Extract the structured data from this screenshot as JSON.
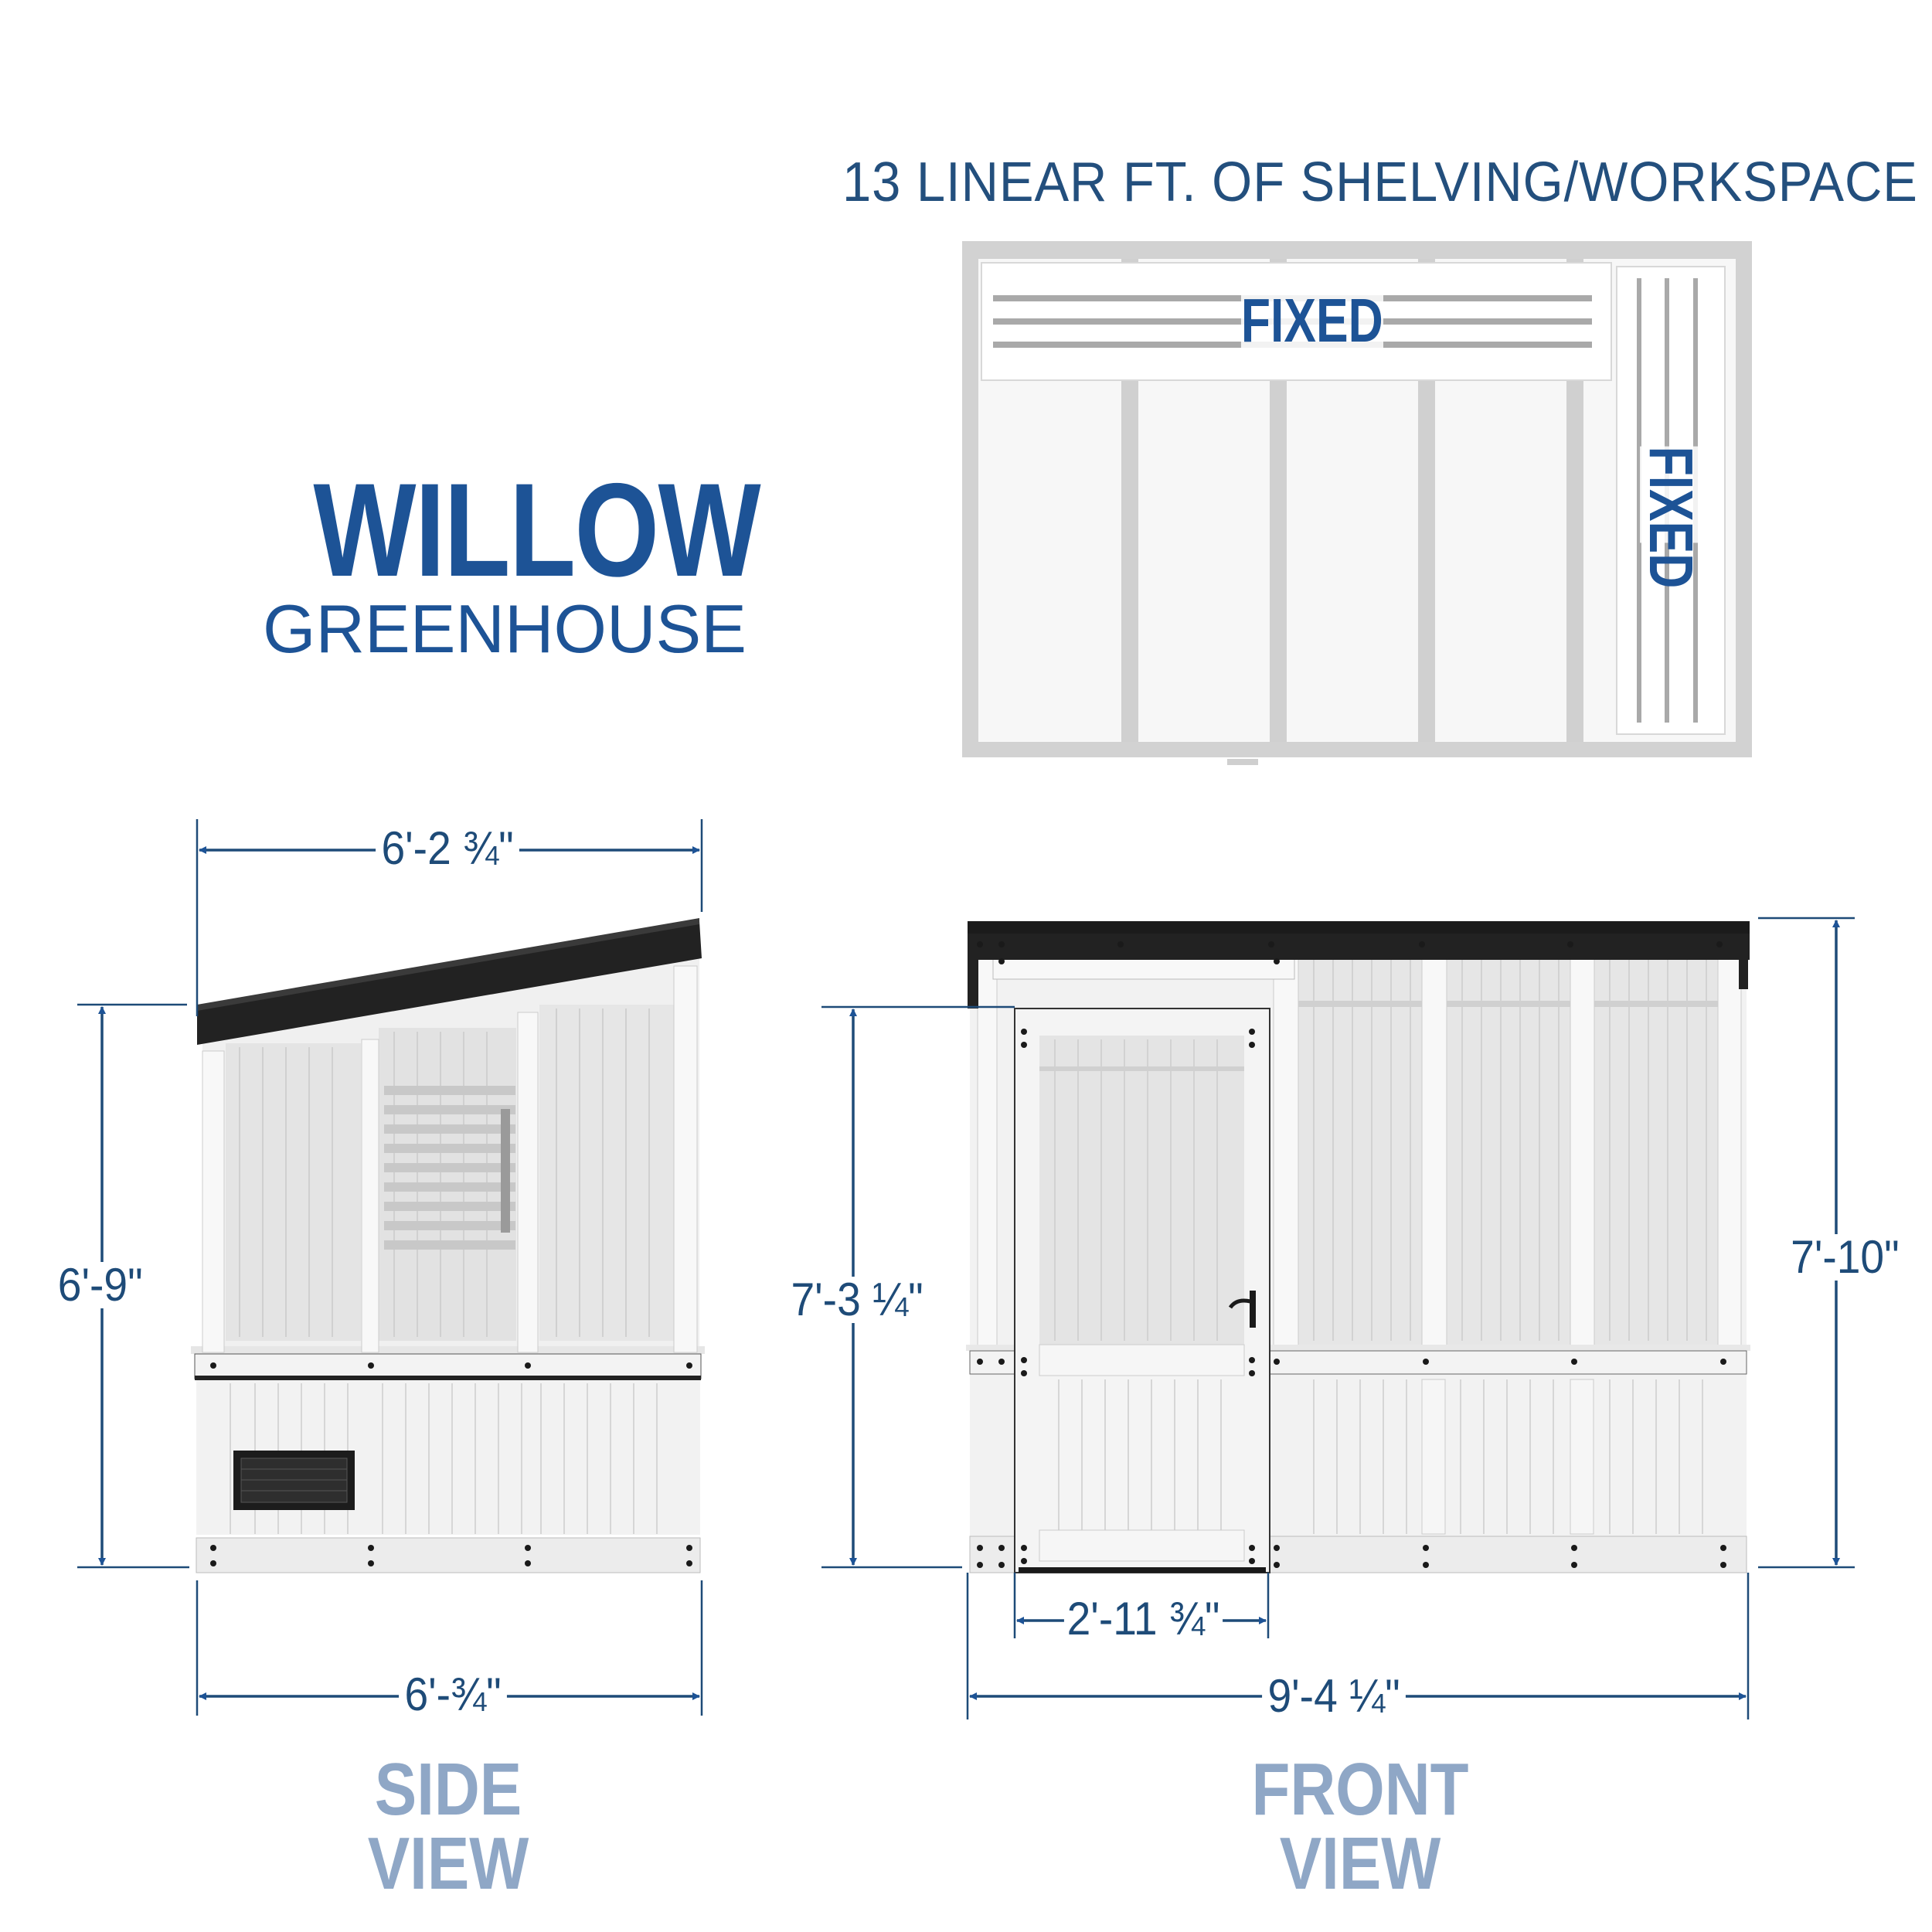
{
  "header": {
    "subtitle": "13 LINEAR FT. OF SHELVING/WORKSPACE"
  },
  "brand": {
    "title": "WILLOW",
    "subtitle": "GREENHOUSE"
  },
  "top_view": {
    "shelf_labels": [
      "FIXED",
      "FIXED"
    ]
  },
  "side_view": {
    "label": "SIDE VIEW",
    "dimensions": {
      "top_width": "6'-2 ¾\"",
      "height": "6'-9\"",
      "base_width": "6'-¾\""
    }
  },
  "front_view": {
    "label": "FRONT VIEW",
    "dimensions": {
      "door_height": "7'-3 ¼\"",
      "total_height": "7'-10\"",
      "door_width": "2'-11 ¾\"",
      "total_width": "9'-4 ¼\""
    }
  },
  "colors": {
    "brand_blue": "#1d5396",
    "dimension_navy": "#1e4b78",
    "view_label": "#8fa7c6",
    "roof": "#222222",
    "frame": "#f2f2f2",
    "top_view_frame": "#d0d0d0"
  }
}
